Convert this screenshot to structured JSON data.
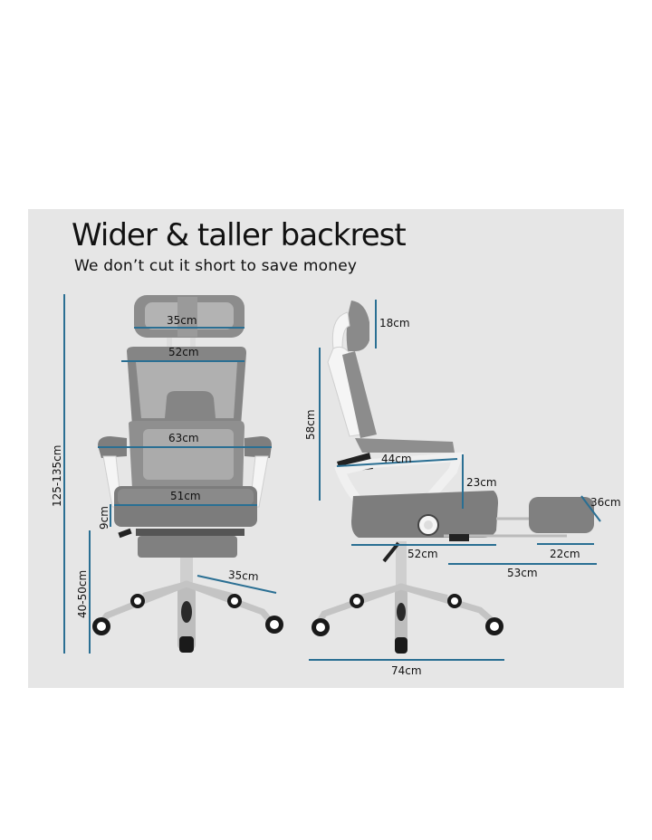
{
  "heading": {
    "title": "Wider & taller backrest",
    "subtitle": "We don’t cut it short to save money"
  },
  "colors": {
    "panel_background": "#e6e6e6",
    "dimension_line": "#2a6f93",
    "mesh_gray": "#8a8a8a",
    "frame_white": "#f5f5f5",
    "chrome": "#c8c8c8",
    "text": "#111111"
  },
  "front_view": {
    "dimensions": {
      "total_height": "125-135cm",
      "headrest_width": "35cm",
      "backrest_width": "52cm",
      "armrest_span": "63cm",
      "seat_width": "51cm",
      "seat_thickness": "9cm",
      "seat_height": "40-50cm",
      "base_leg": "35cm"
    }
  },
  "side_view": {
    "dimensions": {
      "headrest_height": "18cm",
      "backrest_height": "58cm",
      "armrest_length": "44cm",
      "armrest_height": "23cm",
      "footrest_depth": "36cm",
      "seat_depth": "52cm",
      "footrest_length": "22cm",
      "footrest_extension": "53cm",
      "base_diameter": "74cm"
    }
  }
}
